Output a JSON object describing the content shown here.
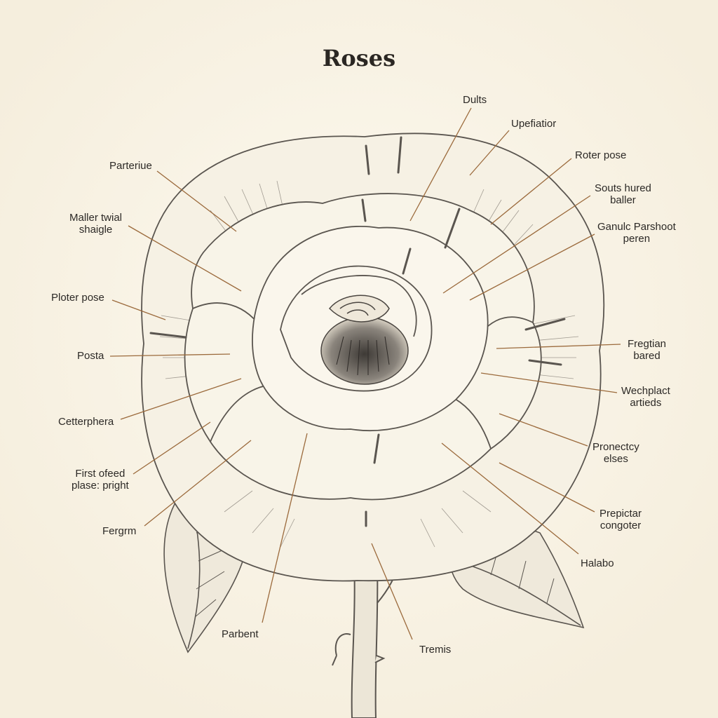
{
  "title": "Roses",
  "labels": [
    {
      "id": "dults",
      "text": "Dults"
    },
    {
      "id": "upefiatior",
      "text": "Upefiatior"
    },
    {
      "id": "roter-pose",
      "text": "Roter pose"
    },
    {
      "id": "souts-hured-baller",
      "text": "Souts hured\nballer"
    },
    {
      "id": "ganulc-parshoot-peren",
      "text": "Ganulc Parshoot\nperen"
    },
    {
      "id": "fregtian-bared",
      "text": "Fregtian\nbared"
    },
    {
      "id": "wechplact-artieds",
      "text": "Wechplact\nartieds"
    },
    {
      "id": "pronectcy-elses",
      "text": "Pronectcy\nelses"
    },
    {
      "id": "prepictar-congoter",
      "text": "Prepictar\ncongoter"
    },
    {
      "id": "halabo",
      "text": "Halabo"
    },
    {
      "id": "tremis",
      "text": "Tremis"
    },
    {
      "id": "parbent",
      "text": "Parbent"
    },
    {
      "id": "fergrm",
      "text": "Fergrm"
    },
    {
      "id": "first-ofeed",
      "text": "First ofeed\nplase: pright"
    },
    {
      "id": "cetterphera",
      "text": "Cetterphera"
    },
    {
      "id": "posta",
      "text": "Posta"
    },
    {
      "id": "ploter-pose",
      "text": "Ploter pose"
    },
    {
      "id": "maller-twial",
      "text": "Maller twial\nshaigle"
    },
    {
      "id": "parteriue",
      "text": "Parteriue"
    }
  ],
  "colors": {
    "paper": "#fbf6ea",
    "ink": "#5a554f",
    "leader": "#9b6a3c"
  }
}
